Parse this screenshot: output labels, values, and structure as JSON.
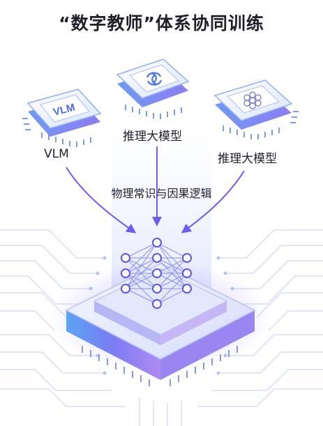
{
  "title": "“数字教师”体系协同训练",
  "sources": [
    {
      "chip_text": "VLM",
      "label": "VLM",
      "icon": "text-chip"
    },
    {
      "chip_text": "",
      "label": "推理大模型",
      "icon": "swirl-logo-icon"
    },
    {
      "chip_text": "",
      "label": "推理大模型",
      "icon": "flower-logo-icon"
    }
  ],
  "edge_label": "物理常识与因果逻辑",
  "target": {
    "icon": "neural-network-icon"
  },
  "colors": {
    "accent": "#6d5bf2",
    "chip_blue": "#7aa3f5",
    "circuit": "#c9d2ef"
  }
}
